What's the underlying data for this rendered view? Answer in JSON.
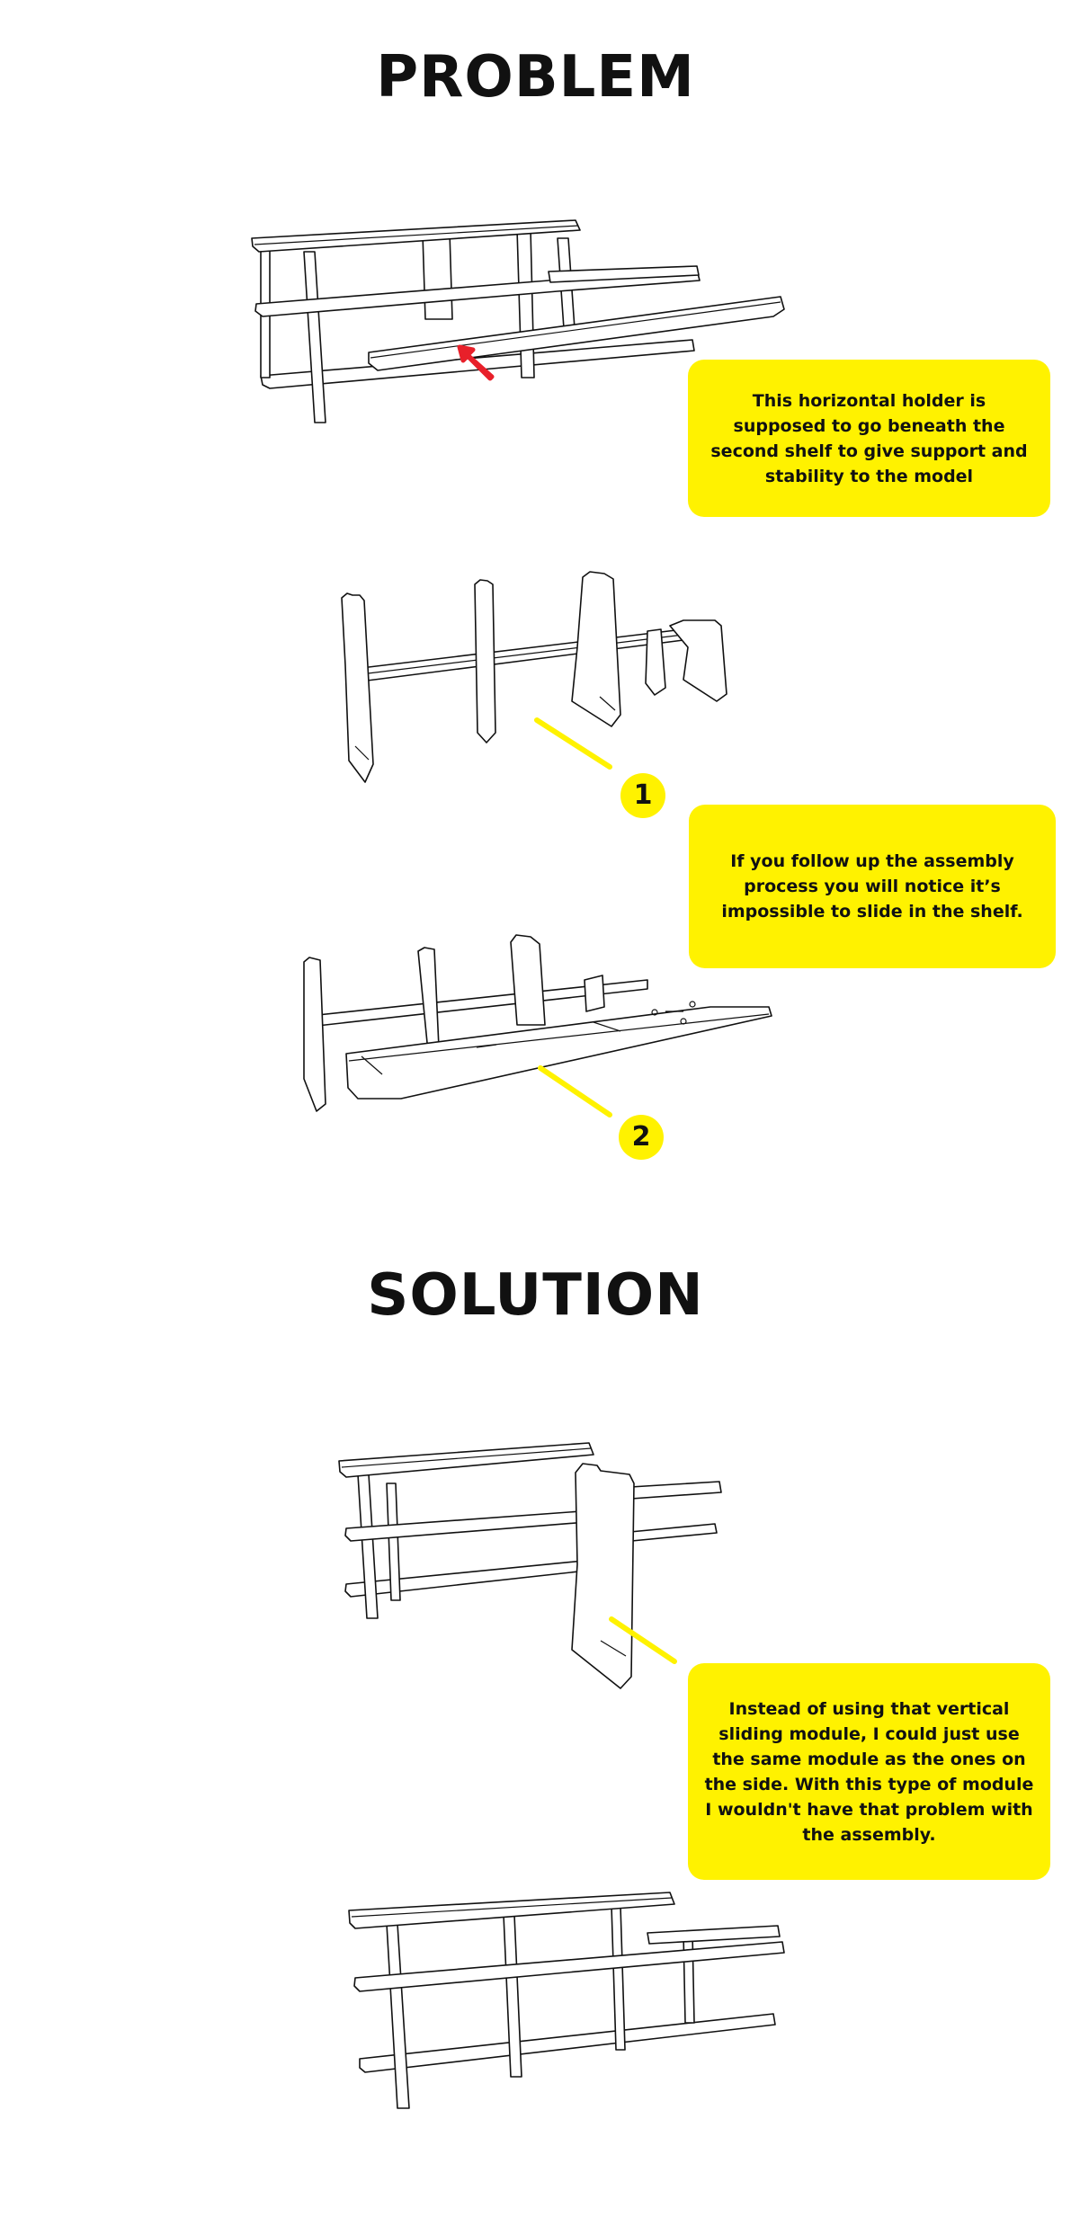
{
  "sections": {
    "problem_title": "PROBLEM",
    "solution_title": "SOLUTION"
  },
  "notes": {
    "holder_note": "This horizontal holder is supposed to go beneath the second shelf to give support and stability to the model",
    "assembly_note": "If you follow up the assembly process you will notice it’s impossible to slide in the shelf.",
    "solution_note": "Instead of using that vertical sliding module, I could just use the same module as the ones on the side. With this type of module I wouldn't have that problem with the assembly."
  },
  "steps": [
    "1",
    "2"
  ],
  "colors": {
    "highlight": "#fff200",
    "arrow": "#e8202a",
    "line": "#111111"
  }
}
